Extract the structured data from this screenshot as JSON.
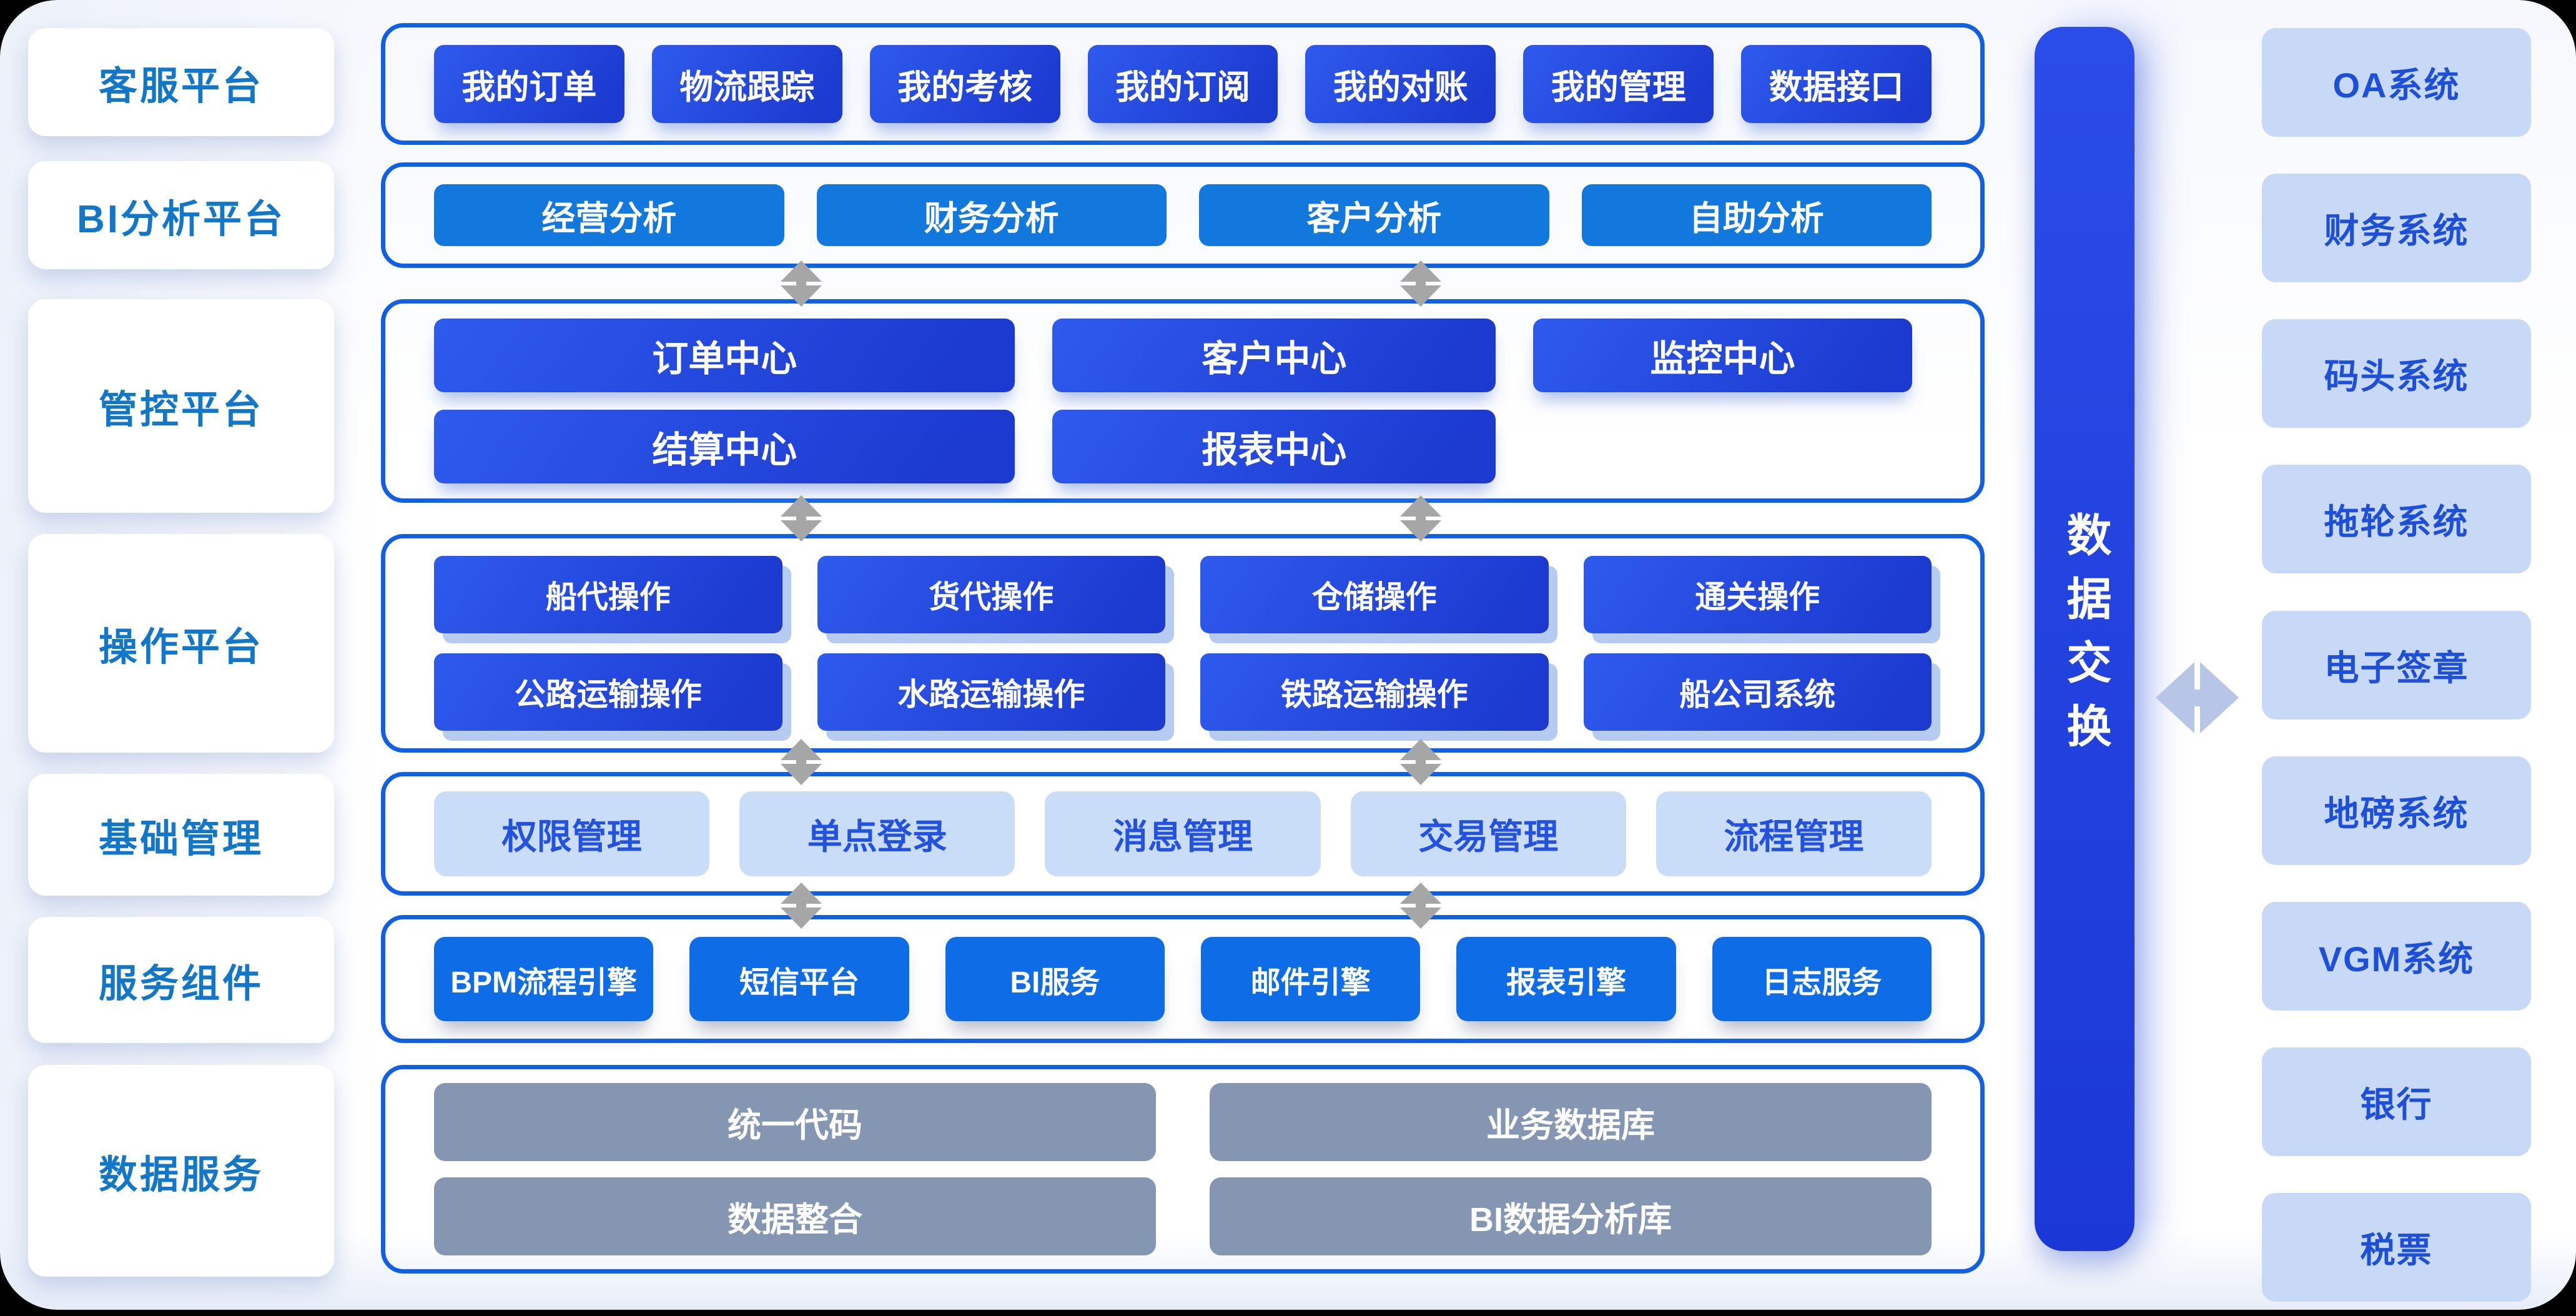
{
  "sidebar": {
    "items": [
      "客服平台",
      "BI分析平台",
      "管控平台",
      "操作平台",
      "基础管理",
      "服务组件",
      "数据服务"
    ]
  },
  "middle": {
    "customer_service": {
      "buttons": [
        "我的订单",
        "物流跟踪",
        "我的考核",
        "我的订阅",
        "我的对账",
        "我的管理",
        "数据接口"
      ]
    },
    "bi_analysis": {
      "buttons": [
        "经营分析",
        "财务分析",
        "客户分析",
        "自助分析"
      ]
    },
    "control": {
      "row1": [
        "订单中心",
        "客户中心",
        "监控中心"
      ],
      "row2": [
        "结算中心",
        "报表中心"
      ]
    },
    "operation": {
      "row1": [
        "船代操作",
        "货代操作",
        "仓储操作",
        "通关操作"
      ],
      "row2": [
        "公路运输操作",
        "水路运输操作",
        "铁路运输操作",
        "船公司系统"
      ]
    },
    "base_mgmt": {
      "buttons": [
        "权限管理",
        "单点登录",
        "消息管理",
        "交易管理",
        "流程管理"
      ]
    },
    "service_components": {
      "buttons": [
        "BPM流程引擎",
        "短信平台",
        "BI服务",
        "邮件引擎",
        "报表引擎",
        "日志服务"
      ]
    },
    "data_service": {
      "row1": [
        "统一代码",
        "业务数据库"
      ],
      "row2": [
        "数据整合",
        "BI数据分析库"
      ]
    }
  },
  "exchange": {
    "label": "数据交换"
  },
  "external": {
    "items": [
      "OA系统",
      "财务系统",
      "码头系统",
      "拖轮系统",
      "电子签章",
      "地磅系统",
      "VGM系统",
      "银行",
      "税票"
    ]
  },
  "colors": {
    "panel_border": "#1160e4",
    "dark_button_gradient_start": "#2f5aee",
    "dark_button_gradient_end": "#1c3ad0",
    "azure_button": "#1278de",
    "bright_azure_button": "#0d6ce6",
    "light_button_bg": "#c9dcf8",
    "light_button_text": "#2351e0",
    "external_box_bg": "#c7d9f6",
    "external_box_text": "#1d4fd8",
    "gray_button": "#8496b2",
    "sidebar_text": "#1277c8",
    "exchange_bar_start": "#2a4ce8",
    "exchange_bar_end": "#1b38d6",
    "vertical_arrow": "#a6a6a6",
    "horizontal_arrow": "#b7c6e6"
  }
}
